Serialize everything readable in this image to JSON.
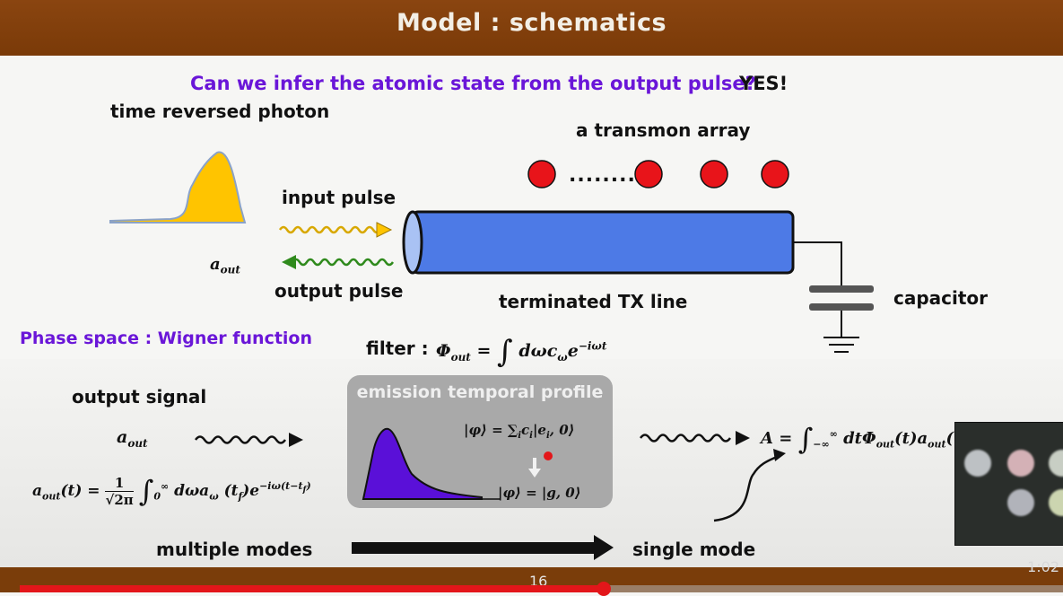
{
  "slide": {
    "title": "Model : schematics",
    "question": "Can we infer the atomic state from the output pulse?",
    "answer": "YES!",
    "time_reversed_label": "time reversed photon",
    "a_out_label": "a",
    "a_out_sub": "out",
    "input_pulse_label": "input pulse",
    "output_pulse_label": "output pulse",
    "array_label": "a transmon array",
    "array_dots": "........",
    "tx_label": "terminated TX line",
    "capacitor_label": "capacitor",
    "phase_space_label": "Phase space : Wigner function",
    "filter_prefix": "filter :",
    "output_signal_label": "output signal",
    "box_title": "emission temporal profile",
    "psi_sum": "|φ⟩ = ∑",
    "psi_sum_tail": "c",
    "psi_sum_rest": "|e",
    "psi_sum_end": ", 0⟩",
    "psi_final": "|φ⟩ = |g, 0⟩",
    "multiple_modes": "multiple modes",
    "single_mode": "single mode",
    "page_number": "16",
    "timer": "1:02"
  },
  "player": {
    "progress": 0.56
  },
  "colors": {
    "title_bar": "#7a3a08",
    "question": "#6a16d8",
    "qubit": "#e8141a",
    "tx_line": "#4d7ae6",
    "input_wave": "#d8a800",
    "output_wave": "#2f8a1c",
    "photon_fill": "#ffc400",
    "profile_fill": "#5a10d8",
    "progress": "#e3161a"
  },
  "icons": [
    "microphone-off-icon",
    "video-thumbnail-icon"
  ]
}
